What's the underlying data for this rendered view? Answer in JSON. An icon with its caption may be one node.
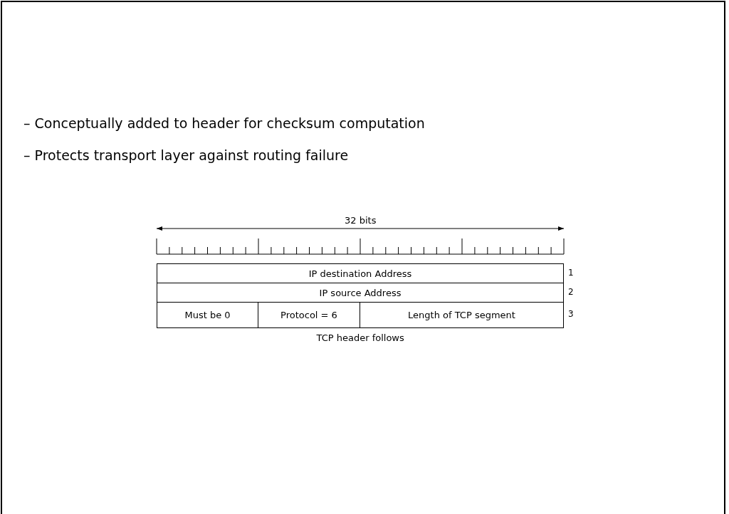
{
  "diagram": {
    "nodes": [
      {
        "text": [
          "IP destination Address"
        ]
      },
      {
        "text": [
          "IP source Address"
        ]
      },
      {
        "text": [
          "Must be 0"
        ]
      },
      {
        "text": [
          "Protocol = 6"
        ]
      },
      {
        "text": [
          "Length of TCP segment"
        ]
      }
    ],
    "labels": [
      "– Conceptually added to header for checksum computation",
      "– Protects transport layer against routing failure",
      "32 bits",
      "1",
      "2",
      "3",
      "TCP header follows"
    ]
  }
}
